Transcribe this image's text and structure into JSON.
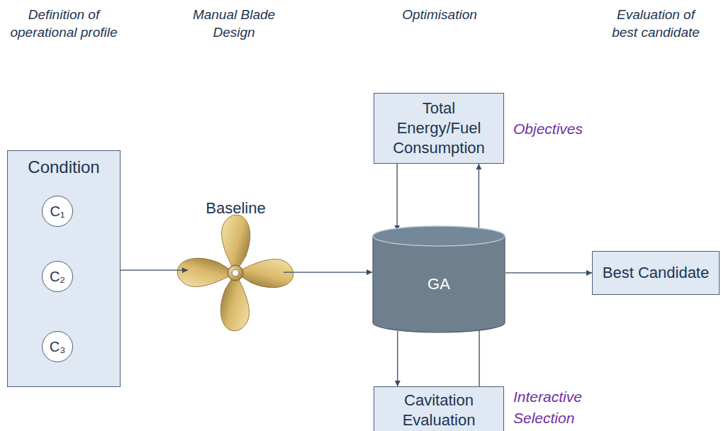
{
  "diagram": {
    "nodes": [
      {
        "text": [
          "Condition"
        ]
      },
      {
        "text": [
          "C₁"
        ],
        "in": 0
      },
      {
        "text": [
          "C₂"
        ],
        "in": 0
      },
      {
        "text": [
          "C₃"
        ],
        "in": 0
      },
      {
        "text": [
          "Baseline"
        ]
      },
      {
        "text": [
          "Total Energy/Fuel Consumption"
        ]
      },
      {
        "text": [
          "GA"
        ]
      },
      {
        "text": [
          "Best Candidate"
        ]
      },
      {
        "text": [
          "Cavitation Evaluation"
        ]
      }
    ],
    "edges": [
      {
        "from": 0,
        "to": 4,
        "arrow": "to"
      },
      {
        "from": 4,
        "to": 6,
        "arrow": "to"
      },
      {
        "from": 5,
        "to": 6,
        "arrow": "to"
      },
      {
        "from": 6,
        "to": 5,
        "arrow": "to"
      },
      {
        "from": 6,
        "to": 8,
        "arrow": "to"
      },
      {
        "from": 8,
        "to": 6,
        "arrow": "to"
      },
      {
        "from": 6,
        "to": 7,
        "arrow": "to"
      }
    ],
    "labels": [
      "Definition of operational profile",
      "Manual Blade Design",
      "Optimisation",
      "Evaluation of best candidate",
      "Objectives",
      "Interactive Selection"
    ]
  }
}
